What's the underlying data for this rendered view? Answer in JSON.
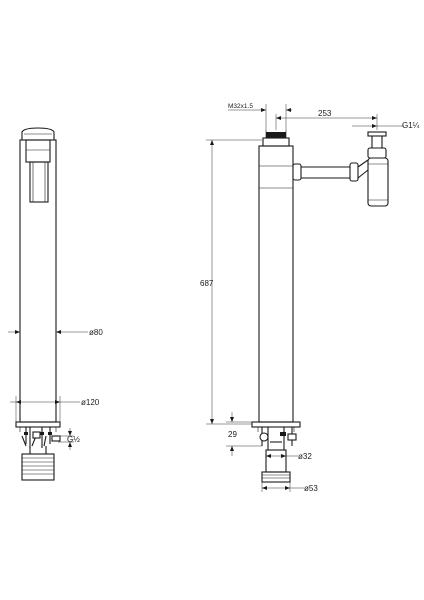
{
  "dimensions": {
    "left_body_diameter": "ø80",
    "left_base_diameter": "ø120",
    "left_inlet_thread": "G½",
    "top_thread": "M32x1.5",
    "waste_offset": "253",
    "waste_outlet_thread": "G1¼",
    "total_height": "687",
    "base_height": "29",
    "tail_diameter": "ø32",
    "shank_diameter": "ø53"
  }
}
